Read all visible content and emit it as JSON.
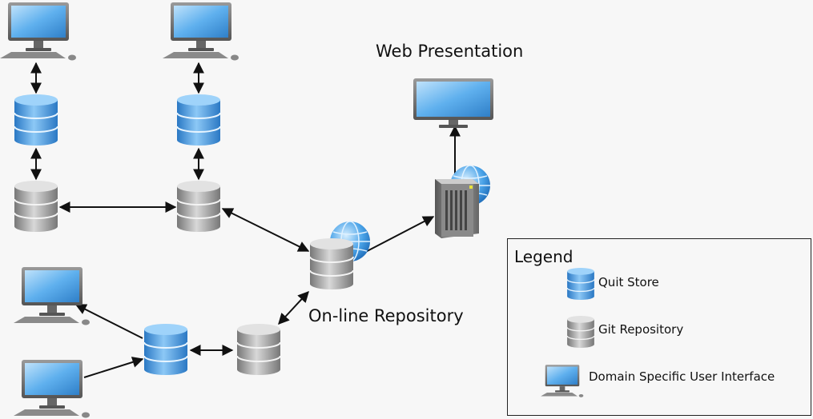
{
  "labels": {
    "web_presentation": "Web Presentation",
    "online_repository": "On-line Repository"
  },
  "legend": {
    "title": "Legend",
    "items": [
      {
        "icon": "blue-database-icon",
        "label": "Quit Store"
      },
      {
        "icon": "gray-database-icon",
        "label": "Git Repository"
      },
      {
        "icon": "monitor-icon",
        "label": "Domain Specific User Interface"
      }
    ]
  },
  "colors": {
    "quit_store": "#3d8fd6",
    "git_repository": "#9a9a9a",
    "screen": "#4aa3e8",
    "server": "#707070",
    "connector": "#111111"
  },
  "icons": [
    "monitor-icon",
    "blue-database-icon",
    "gray-database-icon",
    "server-icon",
    "globe-icon",
    "arrow-icon"
  ]
}
